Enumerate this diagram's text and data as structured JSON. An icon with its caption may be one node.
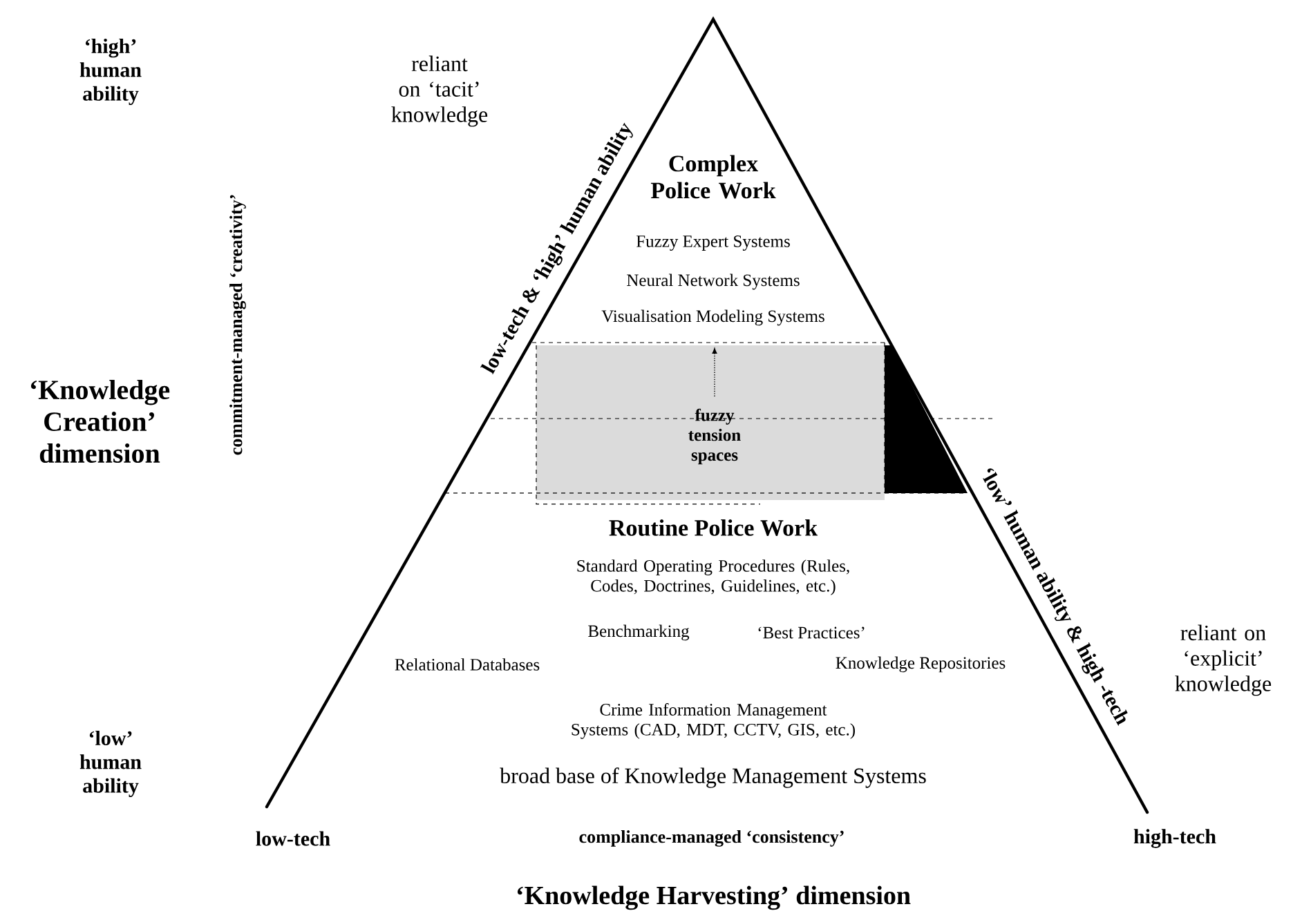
{
  "diagram": {
    "nodes": [
      {
        "text": [
          "Complex Police Work",
          "Fuzzy Expert Systems",
          "Neural Network Systems",
          "Visualisation Modeling Systems",
          "Routine Police Work",
          "Standard Operating Procedures (Rules, Codes, Doctrines, Guidelines, etc.)",
          "Benchmarking",
          "‘Best Practices’",
          "Relational Databases",
          "Knowledge Repositories",
          "Crime Information Management Systems (CAD, MDT, CCTV, GIS, etc.)",
          "broad base of Knowledge Management Systems"
        ]
      },
      {
        "text": [
          "fuzzy tension spaces"
        ],
        "in": 0
      }
    ],
    "labels": [
      "‘high’ human ability",
      "reliant on ‘tacit’ knowledge",
      "commitment-managed ‘creativity’",
      "low-tech & ‘high’ human ability",
      "‘Knowledge Creation’ dimension",
      "‘low’ human ability & high -tech",
      "reliant on ‘explicit’ knowledge",
      "‘low’ human ability",
      "low-tech",
      "compliance-managed ‘consistency’",
      "high-tech",
      "‘Knowledge Harvesting’ dimension"
    ]
  }
}
